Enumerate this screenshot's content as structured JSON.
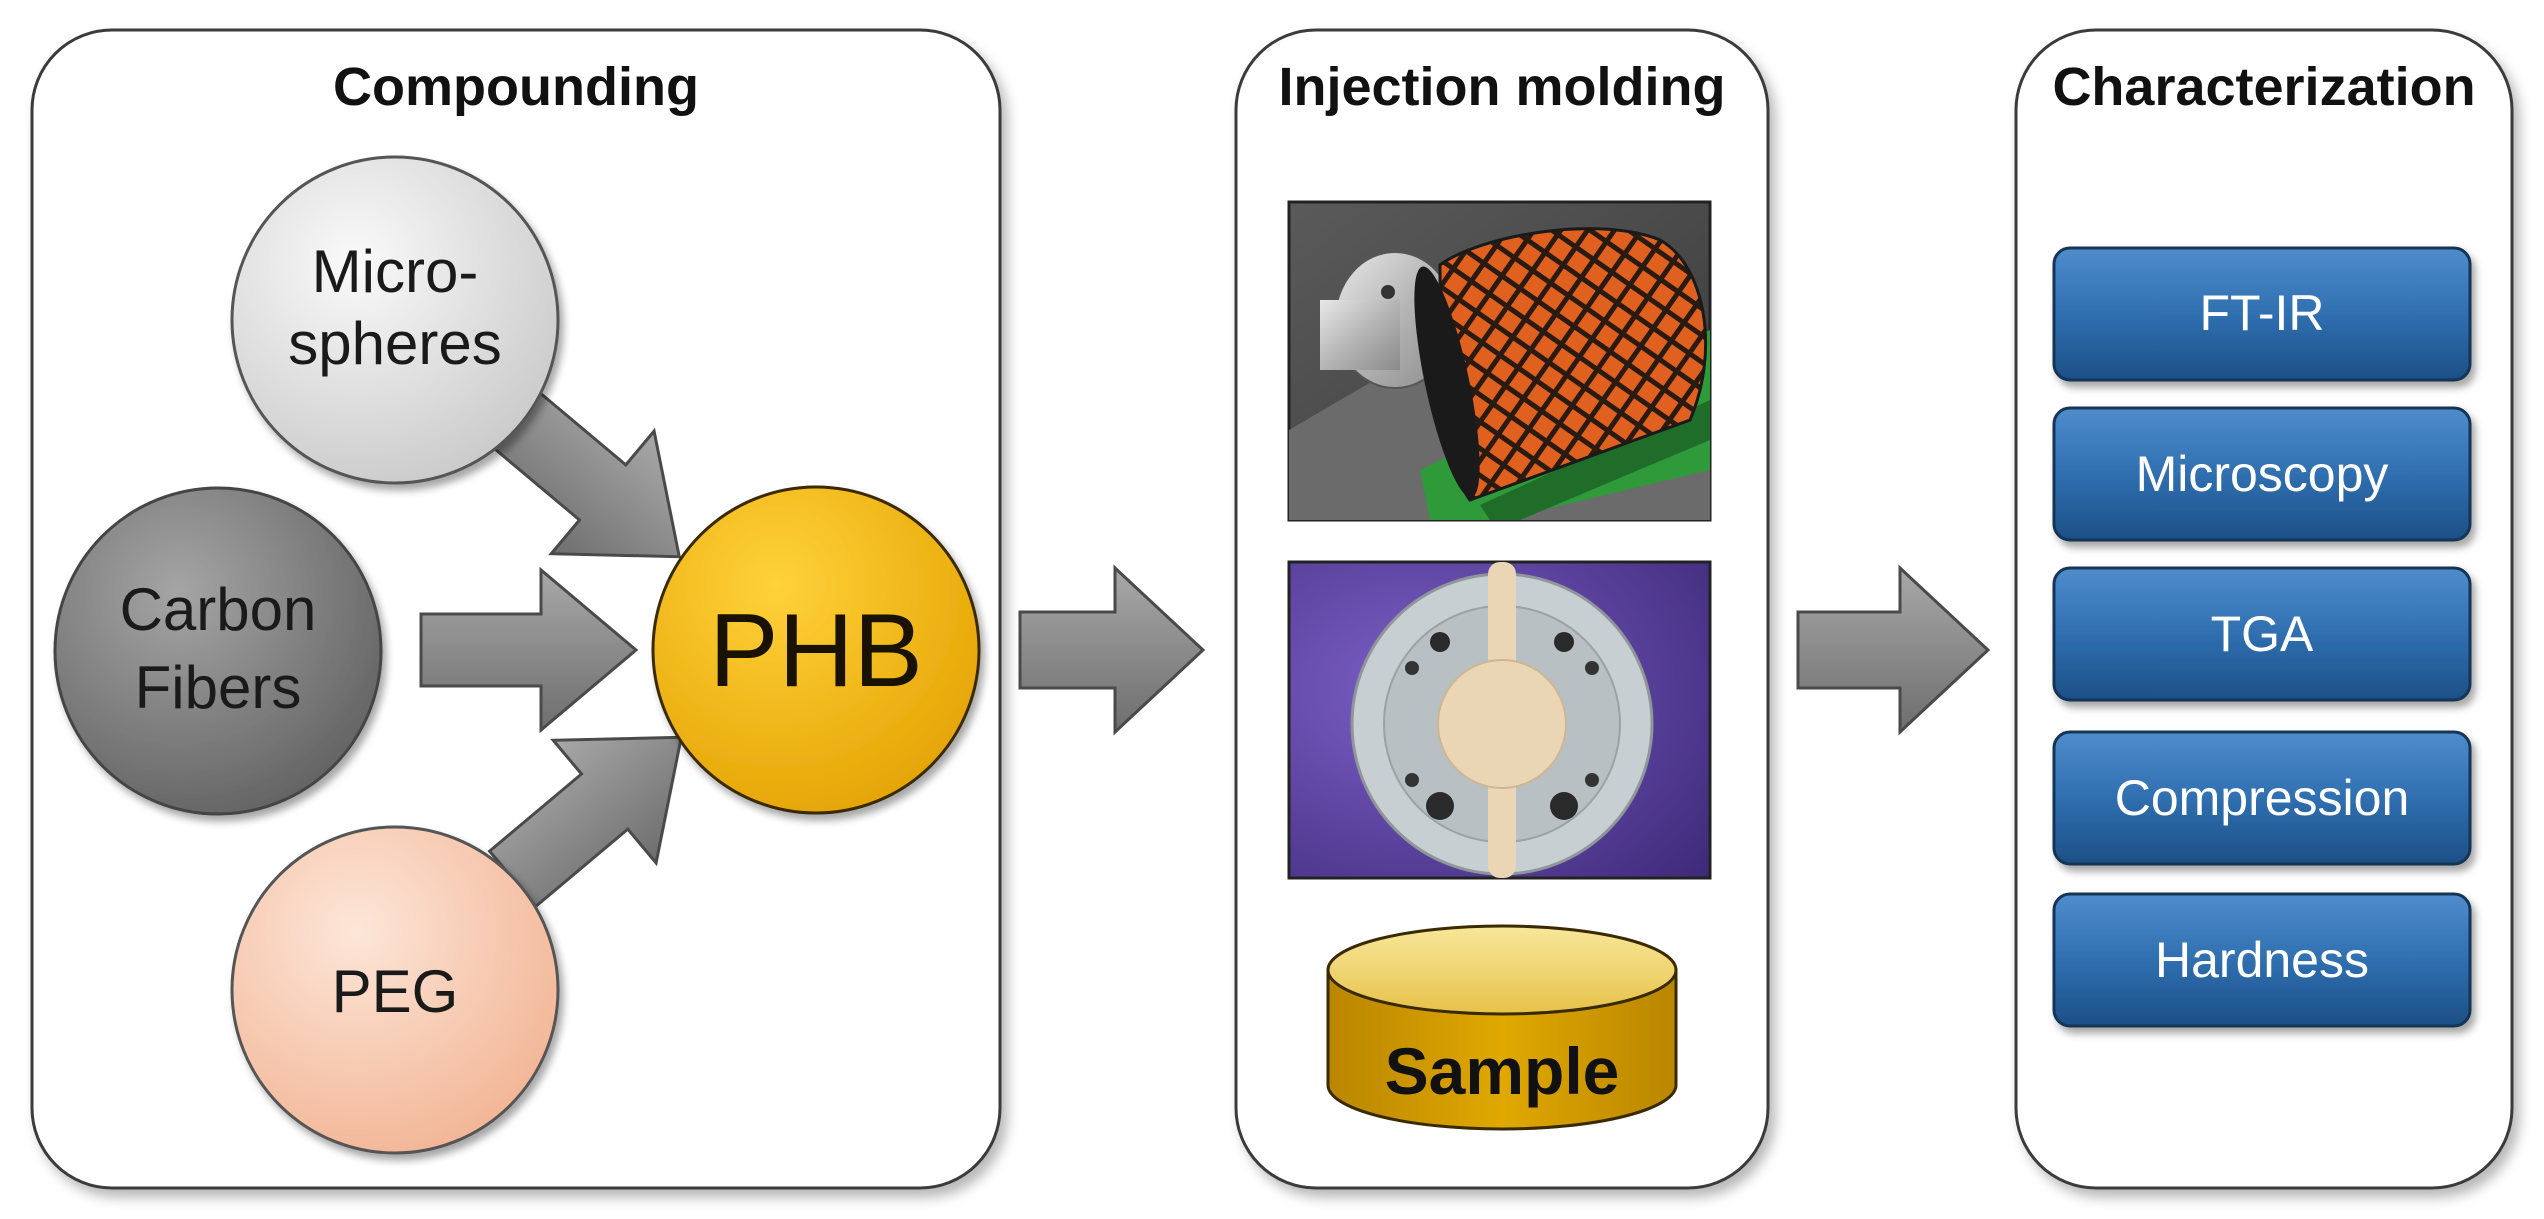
{
  "panels": {
    "compounding": {
      "title": "Compounding"
    },
    "injection_molding": {
      "title": "Injection molding"
    },
    "characterization": {
      "title": "Characterization"
    }
  },
  "ingredients": {
    "microspheres": [
      "Micro-",
      "spheres"
    ],
    "carbon_fibers": [
      "Carbon",
      "Fibers"
    ],
    "peg": [
      "PEG"
    ]
  },
  "matrix": {
    "label": "PHB"
  },
  "sample": {
    "label": "Sample"
  },
  "methods": [
    "FT-IR",
    "Microscopy",
    "TGA",
    "Compression",
    "Hardness"
  ],
  "colors": {
    "microspheres": "#dcdcdc",
    "carbon_fibers": "#7a7a7a",
    "peg": "#f6c3a6",
    "phb": "#f2b400",
    "sample": "#d9a000",
    "method_box": "#2f6fb0",
    "arrow": "#8c8c8c"
  }
}
